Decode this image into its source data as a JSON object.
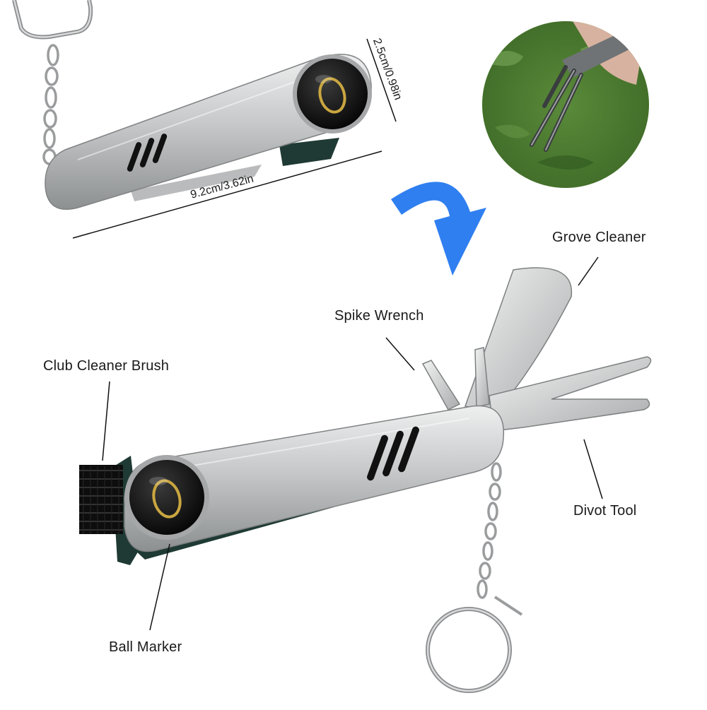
{
  "dimensions": {
    "length": "9.2cm/3.62in",
    "width": "2.5cm/0.98in"
  },
  "labels": {
    "groove_cleaner": "Grove Cleaner",
    "spike_wrench": "Spike Wrench",
    "club_cleaner_brush": "Club Cleaner Brush",
    "divot_tool": "Divot Tool",
    "ball_marker": "Ball Marker"
  },
  "colors": {
    "arrow": "#2f7ff0",
    "metal": "#c9cbcc",
    "dark_green": "#1f3a34",
    "logo_gold": "#c9a640"
  },
  "icons": {
    "arrow": "curved-arrow-icon",
    "logo": "ball-marker-logo-icon"
  }
}
